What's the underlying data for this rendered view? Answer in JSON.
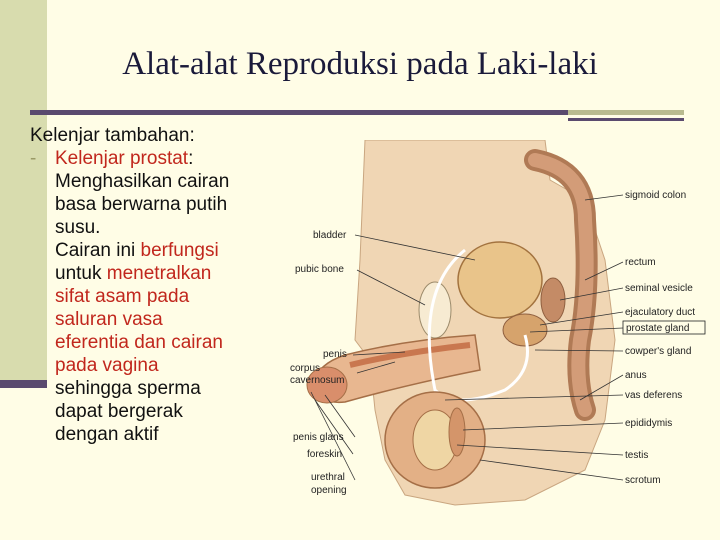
{
  "slide": {
    "title": "Alat-alat Reproduksi pada Laki-laki",
    "heading": "Kelenjar tambahan:",
    "bullet_dash": "-",
    "bullet_title": "Kelenjar prostat",
    "bullet_colon": ":",
    "line1": "Menghasilkan cairan",
    "line2": "basa berwarna putih",
    "line3": "susu.",
    "line4a": "Cairan ini ",
    "line4b": "berfungsi",
    "line5a": "untuk ",
    "line5b": "menetralkan",
    "line6": "sifat asam pada",
    "line7": "saluran vasa",
    "line8": "eferentia dan cairan",
    "line9": "pada vagina",
    "line10": "sehingga sperma",
    "line11": "dapat bergerak",
    "line12": "dengan aktif"
  },
  "diagram": {
    "labels_left": {
      "bladder": "bladder",
      "pubic_bone": "pubic bone",
      "penis": "penis",
      "corpus1": "corpus",
      "corpus2": "cavernosum",
      "glans": "penis glans",
      "foreskin": "foreskin",
      "urethral1": "urethral",
      "urethral2": "opening"
    },
    "labels_right": {
      "sigmoid": "sigmoid colon",
      "rectum": "rectum",
      "seminal": "seminal vesicle",
      "ejaculatory": "ejaculatory duct",
      "prostate": "prostate gland",
      "cowper": "cowper's gland",
      "anus": "anus",
      "vas": "vas deferens",
      "epididymis": "epididymis",
      "testis": "testis",
      "scrotum": "scrotum"
    }
  },
  "colors": {
    "red_text": "#c1271d",
    "left_bar": "#d8dcae",
    "rule": "#5a4a6e"
  }
}
